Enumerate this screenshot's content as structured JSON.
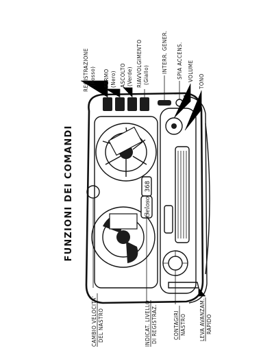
{
  "title": "FUNZIONI DEI COMANDI",
  "labels_top": [
    {
      "id": "registrazione",
      "line1": "REGISTRAZIONE",
      "line2": "(Rosso)"
    },
    {
      "id": "fermo",
      "line1": "FERMO",
      "line2": "(Nero)"
    },
    {
      "id": "ascolto",
      "line1": "ASCOLTO",
      "line2": "(Verde)"
    },
    {
      "id": "riavvolgimento",
      "line1": "RIAVVOLGIMENTO",
      "line2": "(Giallo)"
    },
    {
      "id": "interr-gener",
      "line1": "INTERR. GENER.",
      "line2": ""
    },
    {
      "id": "spia-accens",
      "line1": "SPIA ACCENS.",
      "line2": ""
    },
    {
      "id": "volume",
      "line1": "VOLUME",
      "line2": ""
    },
    {
      "id": "tono",
      "line1": "TONO",
      "line2": ""
    }
  ],
  "labels_bottom": [
    {
      "id": "cambio-velocita",
      "line1": "CAMBIO VELOCITA'",
      "line2": "DEL NASTRO"
    },
    {
      "id": "indicat-livello",
      "line1": "INDICAT. LIVELLO",
      "line2": "DI REGISTRAZ."
    },
    {
      "id": "contagiri",
      "line1": "CONTAGIRI",
      "line2": "NASTRO"
    },
    {
      "id": "leva-avanzam",
      "line1": "LEVA AVANZAM.",
      "line2": "RAPIDO"
    }
  ],
  "device": {
    "counter_text": "368",
    "brand_script": "Geloso"
  }
}
